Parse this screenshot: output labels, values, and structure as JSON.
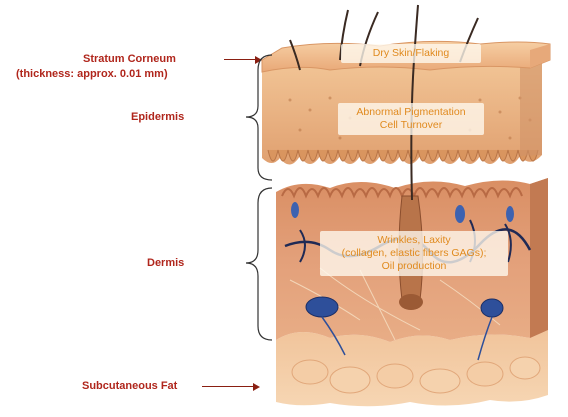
{
  "labels": {
    "stratum_corneum": "Stratum Corneum",
    "stratum_corneum_thickness": "(thickness: approx. 0.01 mm)",
    "epidermis": "Epidermis",
    "dermis": "Dermis",
    "subcutaneous_fat": "Subcutaneous Fat"
  },
  "callouts": {
    "dry_skin": "Dry Skin/Flaking",
    "pigmentation_line1": "Abnormal Pigmentation",
    "pigmentation_line2": "Cell Turnover",
    "wrinkles_line1": "Wrinkles, Laxity",
    "wrinkles_line2": "(collagen, elastic fibers GAGs);",
    "wrinkles_line3": "Oil production"
  },
  "colors": {
    "label_red": "#b0261c",
    "callout_orange": "#e08a1e",
    "arrow_dark_red": "#8a1f12",
    "skin_peach": "#f0b98a",
    "dermis_orange": "#d98c5f",
    "gland_blue": "#2e4f9a"
  }
}
